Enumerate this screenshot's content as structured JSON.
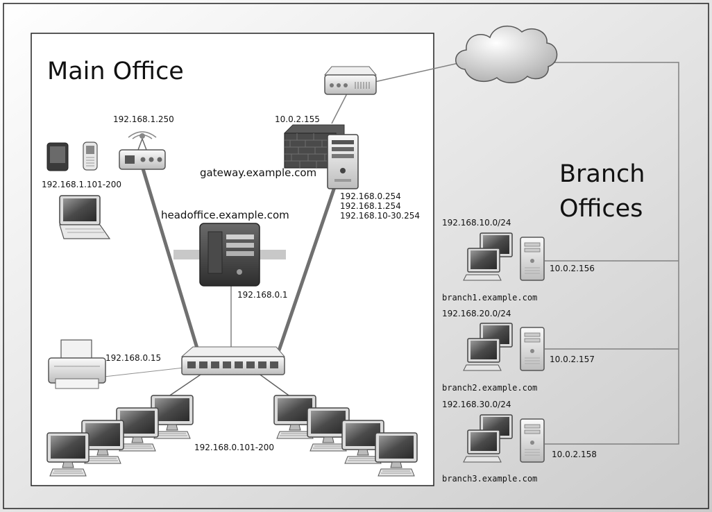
{
  "regions": {
    "main_office": "Main Office",
    "branch_offices_line1": "Branch",
    "branch_offices_line2": "Offices"
  },
  "labels": {
    "wifi_ip": "192.168.1.250",
    "wireless_clients_range": "192.168.1.101-200",
    "modem_ip": "10.0.2.155",
    "gateway_host": "gateway.example.com",
    "gateway_ip1": "192.168.0.254",
    "gateway_ip2": "192.168.1.254",
    "gateway_ip3": "192.168.10-30.254",
    "headoffice_host": "headoffice.example.com",
    "headoffice_ip": "192.168.0.1",
    "printer_ip": "192.168.0.15",
    "clients_range": "192.168.0.101-200"
  },
  "branches": [
    {
      "subnet": "192.168.10.0/24",
      "wan_ip": "10.0.2.156",
      "host": "branch1.example.com"
    },
    {
      "subnet": "192.168.20.0/24",
      "wan_ip": "10.0.2.157",
      "host": "branch2.example.com"
    },
    {
      "subnet": "192.168.30.0/24",
      "wan_ip": "10.0.2.158",
      "host": "branch3.example.com"
    }
  ],
  "colors": {
    "background_light": "#ffffff",
    "background_dark": "#cfcfcf",
    "link_thick": "#707070",
    "link_thin": "#808080",
    "device_dark": "#3f3f3f",
    "device_light": "#e2e2e2"
  }
}
